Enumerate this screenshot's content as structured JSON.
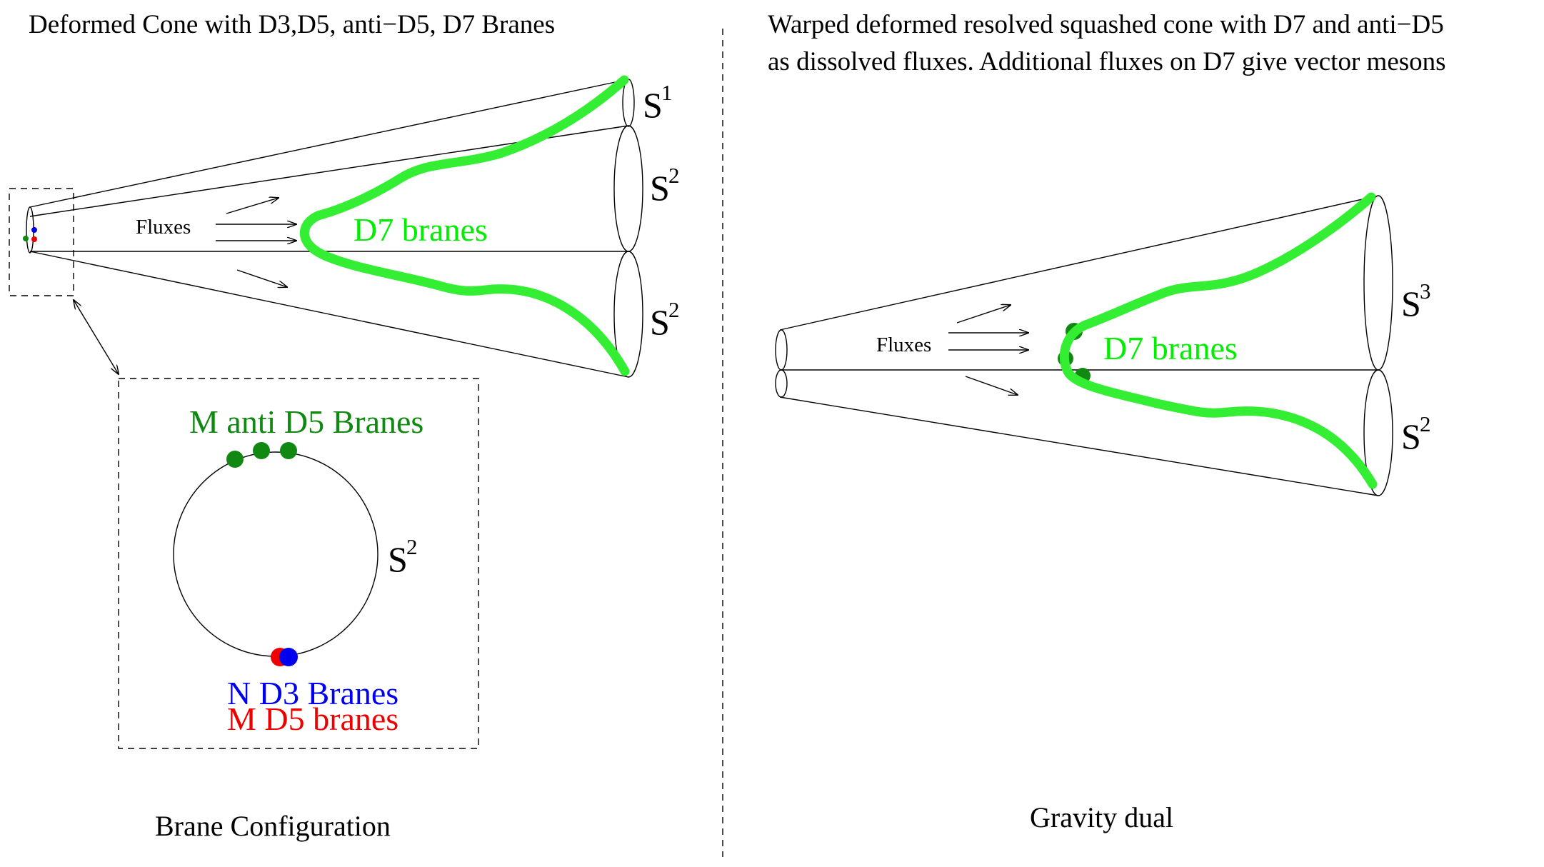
{
  "left_panel": {
    "title": "Deformed Cone with D3,D5, anti−D5, D7 Branes",
    "fluxes_label": "Fluxes",
    "d7_label": "D7 branes",
    "sphere_top": {
      "base": "S",
      "sup": "1"
    },
    "sphere_mid": {
      "base": "S",
      "sup": "2"
    },
    "sphere_bot": {
      "base": "S",
      "sup": "2"
    },
    "inset": {
      "anti_d5_label": "M anti D5 Branes",
      "sphere": {
        "base": "S",
        "sup": "2"
      },
      "d3_label": "N D3 Branes",
      "d5_label": "M D5 branes"
    },
    "caption": "Brane Configuration"
  },
  "right_panel": {
    "title_line1": "Warped deformed resolved squashed cone with D7 and anti−D5",
    "title_line2": "as dissolved fluxes. Additional fluxes on D7 give vector mesons",
    "fluxes_label": "Fluxes",
    "d7_label": "D7 branes",
    "sphere_top": {
      "base": "S",
      "sup": "3"
    },
    "sphere_bot": {
      "base": "S",
      "sup": "2"
    },
    "caption": "Gravity dual"
  },
  "colors": {
    "d7": "#33ee33",
    "anti_d5": "#118811",
    "d3": "#0000ee",
    "d5": "#ee0000"
  }
}
